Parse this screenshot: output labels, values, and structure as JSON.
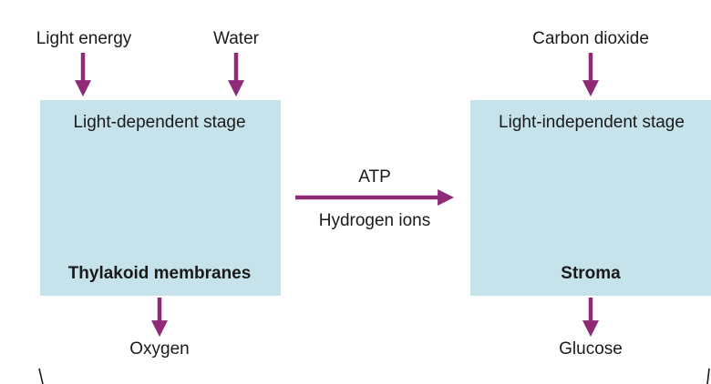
{
  "colors": {
    "arrow": "#8e2a78",
    "box_fill": "#c6e3ec",
    "text": "#1a1a1a"
  },
  "inputs": {
    "light_energy": "Light energy",
    "water": "Water",
    "carbon_dioxide": "Carbon dioxide"
  },
  "left_stage": {
    "title": "Light-dependent stage",
    "location": "Thylakoid membranes",
    "output": "Oxygen"
  },
  "transfer": {
    "top_label": "ATP",
    "bottom_label": "Hydrogen ions"
  },
  "right_stage": {
    "title": "Light-independent stage",
    "location": "Stroma",
    "output": "Glucose"
  }
}
